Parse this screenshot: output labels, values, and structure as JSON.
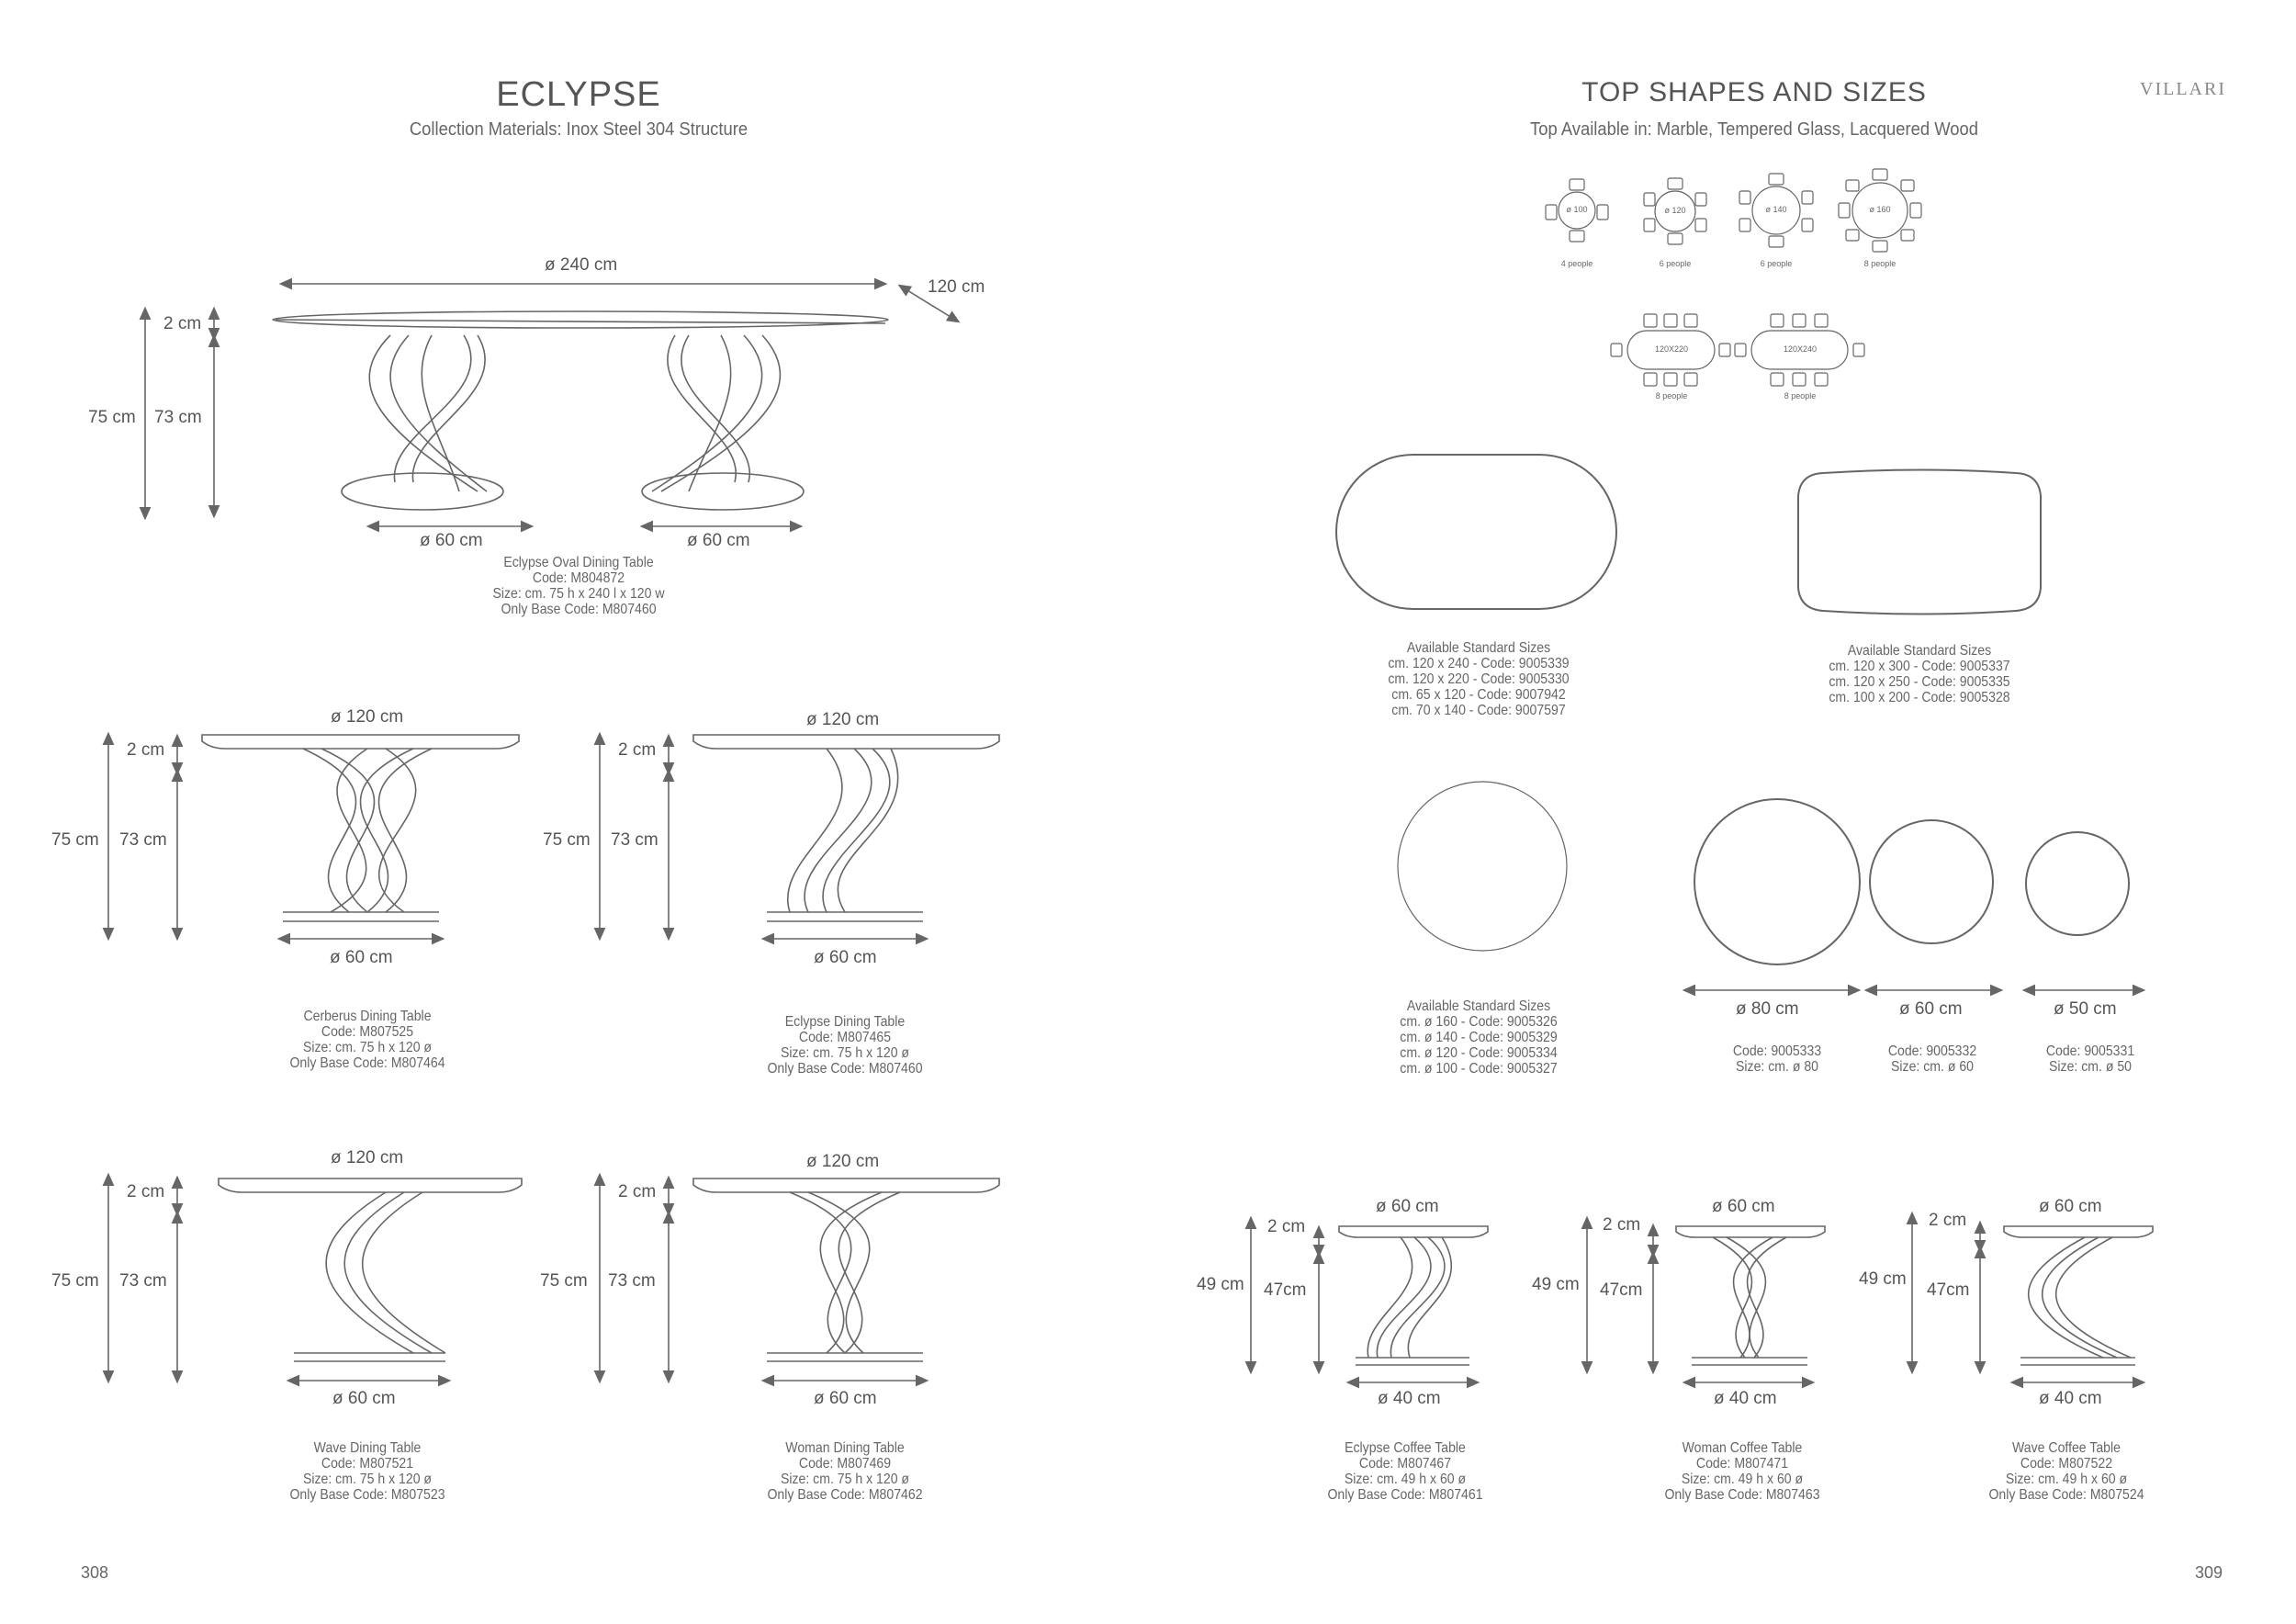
{
  "left_page": {
    "title": "ECLYPSE",
    "subtitle": "Collection Materials: Inox Steel 304 Structure",
    "page_number": "308",
    "products": [
      {
        "name": "Eclypse Oval Dining Table",
        "code": "Code: M804872",
        "size": "Size: cm. 75 h x 240 l x 120 w",
        "base": "Only Base Code: M807460"
      },
      {
        "name": "Cerberus Dining Table",
        "code": "Code: M807525",
        "size": "Size: cm. 75 h x 120 ø",
        "base": "Only Base Code: M807464"
      },
      {
        "name": "Eclypse Dining Table",
        "code": "Code: M807465",
        "size": "Size: cm. 75 h x 120 ø",
        "base": "Only Base Code: M807460"
      },
      {
        "name": "Wave Dining Table",
        "code": "Code: M807521",
        "size": "Size: cm. 75 h x 120 ø",
        "base": "Only Base Code: M807523"
      },
      {
        "name": "Woman Dining Table",
        "code": "Code: M807469",
        "size": "Size: cm. 75 h x 120 ø",
        "base": "Only Base Code: M807462"
      }
    ],
    "dims": {
      "d240": "ø 240 cm",
      "d120w": "120 cm",
      "h2": "2 cm",
      "h75": "75 cm",
      "h73": "73 cm",
      "d60": "ø 60 cm",
      "d120": "ø 120 cm"
    }
  },
  "right_page": {
    "title": "TOP SHAPES AND SIZES",
    "subtitle": "Top Available in: Marble, Tempered Glass, Lacquered Wood",
    "brand": "VILLARI",
    "page_number": "309",
    "seating": {
      "round": [
        {
          "label": "ø 100",
          "people": "4 people"
        },
        {
          "label": "ø 120",
          "people": "6 people"
        },
        {
          "label": "ø 140",
          "people": "6 people"
        },
        {
          "label": "ø 160",
          "people": "8 people"
        }
      ],
      "oval": [
        {
          "label": "120X220",
          "people": "8 people"
        },
        {
          "label": "120X240",
          "people": "8 people"
        }
      ]
    },
    "standard_oval": [
      "Available Standard Sizes",
      "cm. 120 x 240 - Code: 9005339",
      "cm. 120 x 220 - Code: 9005330",
      "cm. 65 x 120 - Code: 9007942",
      "cm. 70 x 140 - Code: 9007597"
    ],
    "standard_rect": [
      "Available Standard Sizes",
      "cm. 120 x 300 - Code: 9005337",
      "cm. 120 x 250 - Code: 9005335",
      "cm. 100 x 200 - Code: 9005328"
    ],
    "standard_round": [
      "Available Standard Sizes",
      "cm. ø 160 - Code: 9005326",
      "cm. ø 140 - Code: 9005329",
      "cm. ø 120 - Code: 9005334",
      "cm. ø 100 - Code: 9005327"
    ],
    "small_rounds": [
      {
        "dim": "ø 80 cm",
        "code": "Code: 9005333",
        "size": "Size: cm. ø 80"
      },
      {
        "dim": "ø 60 cm",
        "code": "Code: 9005332",
        "size": "Size: cm. ø 60"
      },
      {
        "dim": "ø 50 cm",
        "code": "Code: 9005331",
        "size": "Size: cm. ø 50"
      }
    ],
    "coffee_tables": [
      {
        "name": "Eclypse Coffee Table",
        "code": "Code: M807467",
        "size": "Size: cm. 49 h x 60 ø",
        "base": "Only Base Code: M807461"
      },
      {
        "name": "Woman Coffee Table",
        "code": "Code: M807471",
        "size": "Size: cm. 49 h x 60 ø",
        "base": "Only Base Code: M807463"
      },
      {
        "name": "Wave Coffee Table",
        "code": "Code: M807522",
        "size": "Size: cm. 49 h x 60 ø",
        "base": "Only Base Code: M807524"
      }
    ],
    "coffee_dims": {
      "d60": "ø 60 cm",
      "d40": "ø 40 cm",
      "h2": "2 cm",
      "h49": "49 cm",
      "h47": "47cm"
    }
  }
}
